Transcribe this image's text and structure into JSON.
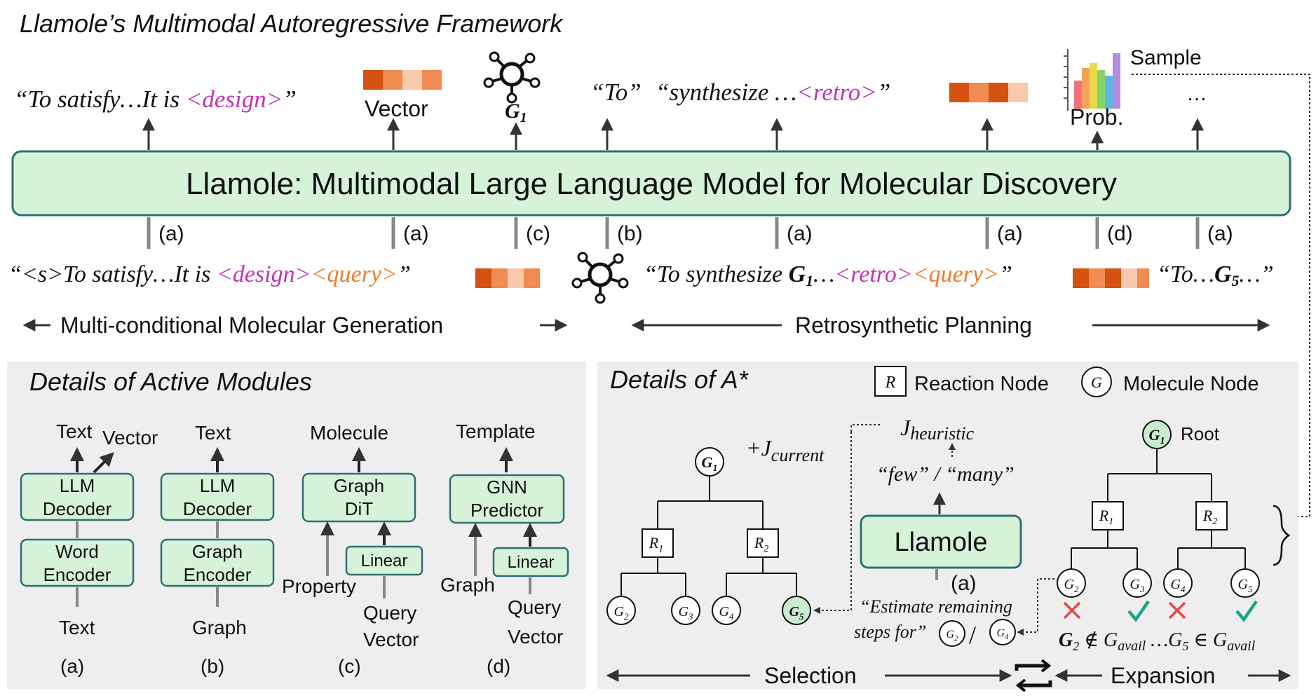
{
  "header": {
    "title": "Llamole’s Multimodal Autoregressive Framework"
  },
  "colors": {
    "model_fill": "#d6f2d9",
    "model_stroke": "#2f6f72",
    "magenta": "#c233b4",
    "orange": "#f07a2a",
    "panel_bg": "#eeeeee",
    "vec_dark": "#d4520f",
    "vec_mid": "#ef8b53",
    "vec_light": "#f9c9ad",
    "check": "#17a589",
    "cross": "#e24a4a"
  },
  "model": {
    "label": "Llamole: Multimodal Large Language Model for Molecular Discovery"
  },
  "outputs": {
    "text1_prefix": "“To satisfy…It is ",
    "design_tag": "<design>",
    "text1_suffix": "”",
    "vector_label": "Vector",
    "g1_label": "G",
    "g1_sub": "1",
    "to_text": "“To”",
    "synth_prefix": "“synthesize …",
    "retro_tag": "<retro>",
    "synth_suffix": "”",
    "prob_label": "Prob.",
    "sample_label": "Sample",
    "ellipsis": "…"
  },
  "arrow_labels": [
    "(a)",
    "(a)",
    "(c)",
    "(b)",
    "(a)",
    "(a)",
    "(d)",
    "(a)"
  ],
  "inputs": {
    "text1_prefix": "“<s>To satisfy…It is ",
    "design_tag": "<design>",
    "query_tag": "<query>",
    "text1_suffix": "”",
    "synth_prefix": "“To synthesize ",
    "synth_g": "G",
    "synth_sub": "1",
    "synth_mid": "…",
    "retro_tag": "<retro>",
    "query_tag2": "<query>",
    "synth_suffix": "”",
    "to_prefix": "“To…",
    "to_g": "G",
    "to_sub": "5",
    "to_suffix": "…”"
  },
  "sections": {
    "generation": "Multi-conditional Molecular Generation",
    "retro": "Retrosynthetic Planning"
  },
  "modules": {
    "title": "Details of Active Modules",
    "a": {
      "out1": "Text",
      "out2": "Vector",
      "box1_l1": "LLM",
      "box1_l2": "Decoder",
      "box2_l1": "Word",
      "box2_l2": "Encoder",
      "input": "Text",
      "label": "(a)"
    },
    "b": {
      "out1": "Text",
      "box1_l1": "LLM",
      "box1_l2": "Decoder",
      "box2_l1": "Graph",
      "box2_l2": "Encoder",
      "input": "Graph",
      "label": "(b)"
    },
    "c": {
      "out1": "Molecule",
      "box1_l1": "Graph",
      "box1_l2": "DiT",
      "linear": "Linear",
      "in1": "Property",
      "in2_l1": "Query",
      "in2_l2": "Vector",
      "label": "(c)"
    },
    "d": {
      "out1": "Template",
      "box1_l1": "GNN",
      "box1_l2": "Predictor",
      "linear": "Linear",
      "in1": "Graph",
      "in2_l1": "Query",
      "in2_l2": "Vector",
      "label": "(d)"
    }
  },
  "astar": {
    "title": "Details of A*",
    "legend_r": "R",
    "legend_r_label": "Reaction Node",
    "legend_g": "G",
    "legend_g_label": "Molecule Node",
    "j_current": "+J",
    "j_current_sub": "current",
    "j_heuristic": "J",
    "j_heuristic_sub": "heuristic",
    "few_many": "“few” / “many”",
    "llamole": "Llamole",
    "a_label": "(a)",
    "estimate_l1": "“Estimate remaining",
    "estimate_l2": "steps for”",
    "slash": "/",
    "root_label": "Root",
    "not_in_text": "G",
    "not_in_sub": "2",
    "not_in_op": " ∉ G",
    "avail_sub": "avail",
    "in_text": " …G",
    "in_sub": "5",
    "in_op": " ∈ G",
    "selection": "Selection",
    "expansion": "Expansion",
    "nodes": {
      "G": "G",
      "R": "R",
      "s1": "1",
      "s2": "2",
      "s3": "3",
      "s4": "4",
      "s5": "5"
    }
  }
}
